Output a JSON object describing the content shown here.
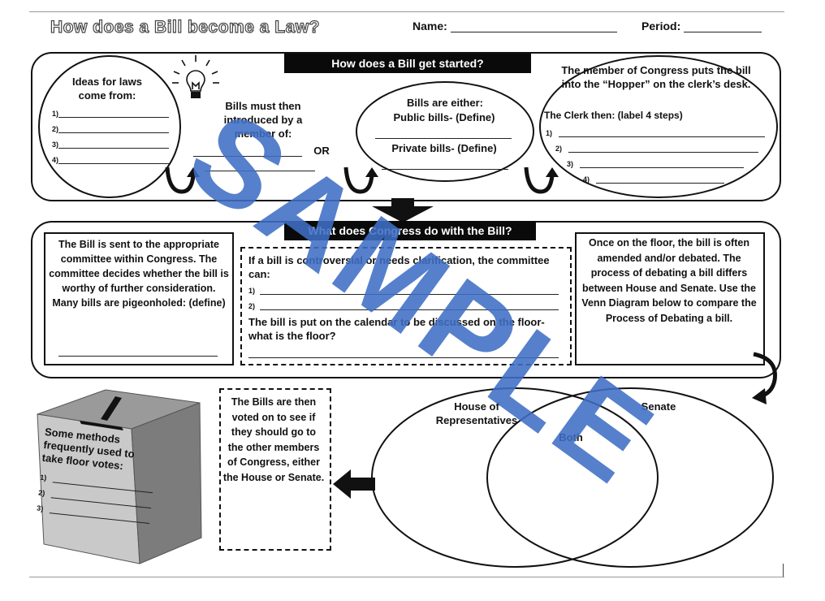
{
  "header": {
    "title": "How does a Bill become a Law?",
    "name_label": "Name:",
    "period_label": "Period:"
  },
  "section1": {
    "banner": "How does a Bill get started?",
    "ideas": {
      "title": "Ideas for laws come from:",
      "items": [
        "1)",
        "2)",
        "3)",
        "4)"
      ]
    },
    "introduced": {
      "text": "Bills must then introduced by a member of:",
      "or": "OR"
    },
    "types": {
      "title": "Bills are either:",
      "public": "Public bills- (Define)",
      "private": "Private bills- (Define)"
    },
    "hopper": {
      "text": "The member of Congress puts the bill into the “Hopper” on the clerk’s desk.",
      "clerk": "The Clerk then: (label 4 steps)",
      "items": [
        "1)",
        "2)",
        "3)",
        "4)"
      ]
    }
  },
  "section2": {
    "banner": "What does Congress do with the Bill?",
    "committee": "The Bill is sent to the appropriate committee within Congress. The committee decides whether the bill is worthy of further consideration. Many bills are pigeonholed: (define)",
    "middle": {
      "intro": "If a bill is controversial or needs clarification, the committee can:",
      "items": [
        "1)",
        "2)"
      ],
      "calendar": "The bill is put on the calendar to be discussed on the floor- what is the floor?"
    },
    "floor": "Once on the floor, the bill is often amended and/or debated. The process of debating a bill differs between House and Senate. Use the Venn Diagram below to compare the Process of Debating a bill."
  },
  "section3": {
    "ballot": {
      "title": "Some methods frequently used to take floor votes:",
      "items": [
        "1)",
        "2)",
        "3)"
      ]
    },
    "voted": "The Bills are then voted on to see if they should go to the other members of Congress, either the House or Senate.",
    "venn": {
      "left": "House of Representatives",
      "right": "Senate",
      "middle": "Both"
    }
  },
  "watermark": "SAMPLE",
  "colors": {
    "watermark": "#3f6ec4",
    "ink": "#111111",
    "banner": "#0a0a0a"
  }
}
